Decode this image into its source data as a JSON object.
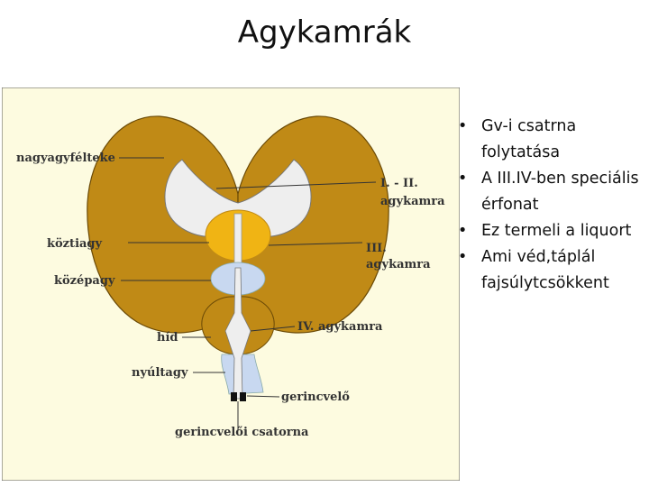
{
  "slide": {
    "title": "Agykamrák",
    "bullets": [
      "Gv-i csatrna folytatása",
      "A III.IV-ben speciális érfonat",
      "Ez termeli a liquort",
      "Ami véd,táplál fajsúlytcsökkent"
    ],
    "bullet_glyph": "•"
  },
  "diagram": {
    "labels": {
      "nagyagyfelteke": "nagyagyfélteke",
      "ventricle_12_a": "I. - II.",
      "ventricle_12_b": "agykamra",
      "koztiagy": "köztiagy",
      "ventricle_3_a": "III.",
      "ventricle_3_b": "agykamra",
      "kozepagy": "középagy",
      "hid": "híd",
      "ventricle_4": "IV. agykamra",
      "nyultagy": "nyúltagy",
      "gerincvelo": "gerincvelő",
      "gerincveloi_csatorna": "gerincvelői csatorna"
    },
    "colors": {
      "background": "#fdfbe0",
      "brain_tissue": "#c08a16",
      "brain_outline": "#6b4a06",
      "ventricle": "#eeeeee",
      "diencephalon": "#f0b414",
      "midbrain": "#c8d8f0",
      "spinal_end": "#111111"
    }
  }
}
